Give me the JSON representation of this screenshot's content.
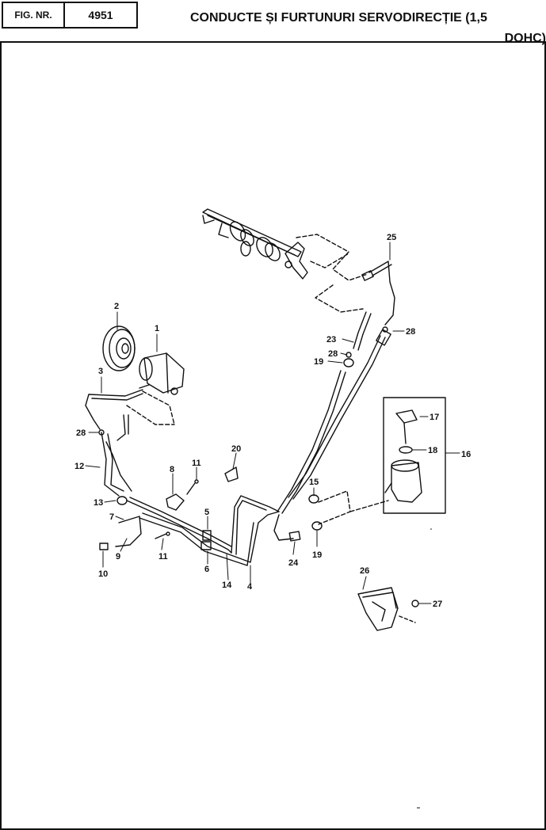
{
  "header": {
    "fig_label": "FIG. NR.",
    "fig_number": "4951",
    "title_line1": "CONDUCTE ȘI FURTUNURI SERVODIRECȚIE (1,5",
    "title_line2": "DOHC)"
  },
  "callouts": {
    "c1": "1",
    "c2": "2",
    "c3": "3",
    "c4": "4",
    "c5": "5",
    "c6": "6",
    "c7": "7",
    "c8": "8",
    "c9": "9",
    "c10": "10",
    "c11a": "11",
    "c11b": "11",
    "c12": "12",
    "c13": "13",
    "c14": "14",
    "c15": "15",
    "c16": "16",
    "c17": "17",
    "c18": "18",
    "c19a": "19",
    "c19b": "19",
    "c20": "20",
    "c23": "23",
    "c24": "24",
    "c25": "25",
    "c26": "26",
    "c27": "27",
    "c28a": "28",
    "c28b": "28",
    "c28c": "28"
  }
}
